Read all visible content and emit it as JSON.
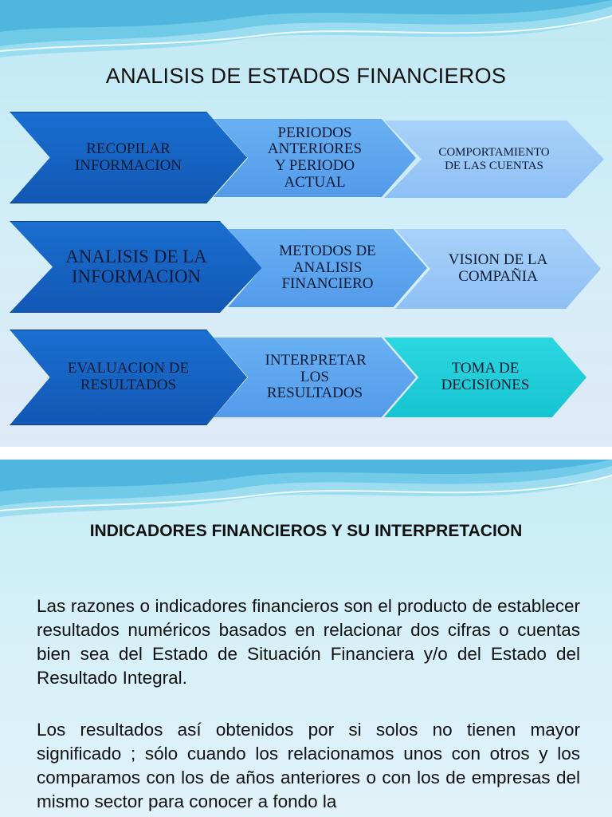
{
  "slide1": {
    "title": "ANALISIS DE ESTADOS FINANCIEROS",
    "rows": [
      {
        "main": "RECOPILAR INFORMACION",
        "step2": "PERIODOS ANTERIORES Y PERIODO ACTUAL",
        "step3": "COMPORTAMIENTO DE LAS CUENTAS"
      },
      {
        "main": "ANALISIS DE LA INFORMACION",
        "step2": "METODOS DE ANALISIS FINANCIERO",
        "step3": "VISION DE LA COMPAÑIA"
      },
      {
        "main": "EVALUACION DE RESULTADOS",
        "step2": "INTERPRETAR LOS RESULTADOS",
        "step3": "TOMA DE DECISIONES"
      }
    ]
  },
  "slide2": {
    "title": "INDICADORES FINANCIEROS Y SU INTERPRETACION",
    "paragraphs": [
      "Las razones o indicadores financieros son el producto de establecer resultados numéricos basados en relacionar dos cifras o cuentas bien sea del Estado de Situación Financiera y/o del Estado del Resultado Integral.",
      "Los resultados así obtenidos por si solos no tienen mayor significado ; sólo cuando los relacionamos unos con otros y los comparamos con los de años anteriores o con los de empresas del mismo sector para conocer a fondo la"
    ]
  },
  "colors": {
    "chevron_dark": "#1257b4",
    "chevron_mid": "#539bea",
    "chevron_light": "#8ec0f4",
    "chevron_teal": "#16c4d1",
    "wave": "#7fd0ea"
  }
}
